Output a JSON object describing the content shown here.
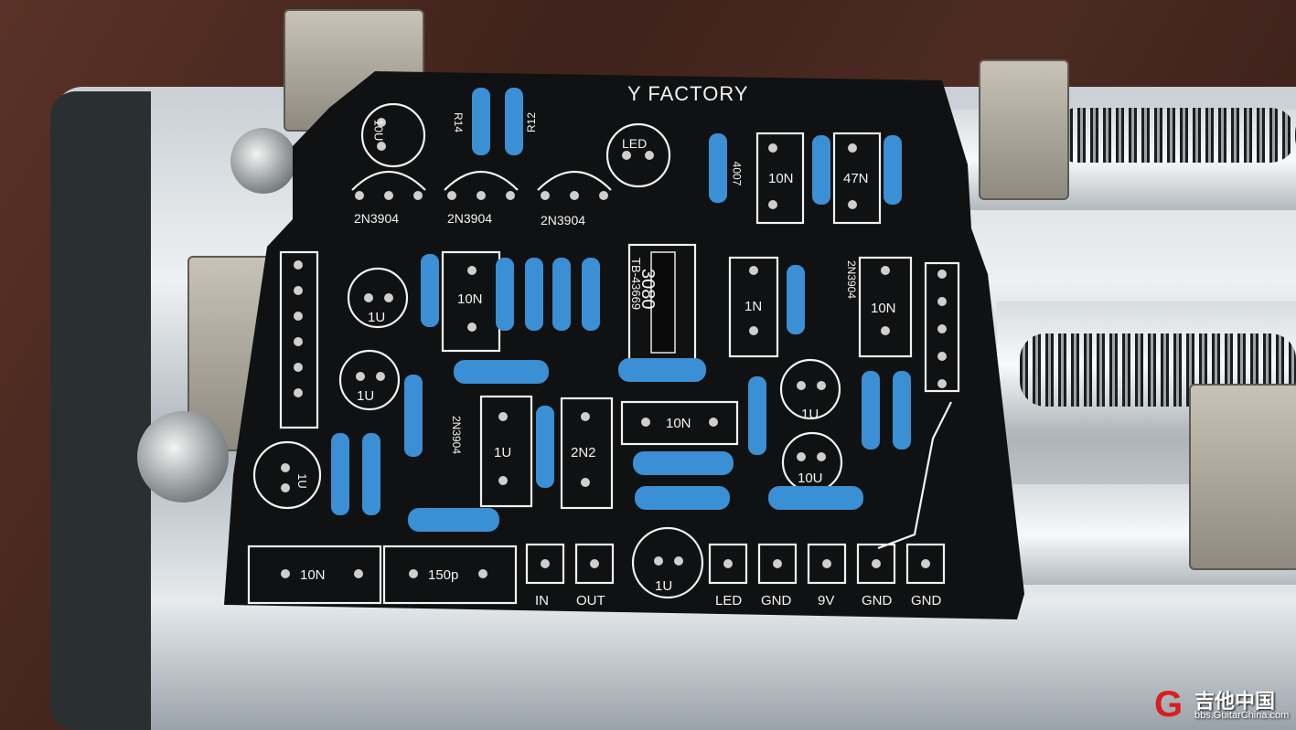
{
  "board": {
    "title": "Y FACTORY",
    "chip": {
      "part": "3080",
      "code": "TB-43669"
    }
  },
  "components": [
    {
      "label": "10U"
    },
    {
      "label": "R14"
    },
    {
      "label": "R12"
    },
    {
      "label": "LED"
    },
    {
      "label": "2N3904"
    },
    {
      "label": "2N3904"
    },
    {
      "label": "2N3904"
    },
    {
      "label": "4007"
    },
    {
      "label": "10N"
    },
    {
      "label": "47N"
    },
    {
      "label": "10N"
    },
    {
      "label": "1U"
    },
    {
      "label": "1U"
    },
    {
      "label": "1N"
    },
    {
      "label": "2N3904"
    },
    {
      "label": "10N"
    },
    {
      "label": "2N3904"
    },
    {
      "label": "1U"
    },
    {
      "label": "2N2"
    },
    {
      "label": "10N"
    },
    {
      "label": "1U"
    },
    {
      "label": "10U"
    },
    {
      "label": "1U"
    },
    {
      "label": "10N"
    },
    {
      "label": "150p"
    },
    {
      "label": "1U"
    }
  ],
  "connectors": [
    {
      "label": "IN"
    },
    {
      "label": "OUT"
    },
    {
      "label": "LED"
    },
    {
      "label": "GND"
    },
    {
      "label": "9V"
    },
    {
      "label": "GND"
    },
    {
      "label": "GND"
    }
  ],
  "watermark": {
    "text": "吉他中国",
    "url": "bbs.GuitarChina.com"
  }
}
